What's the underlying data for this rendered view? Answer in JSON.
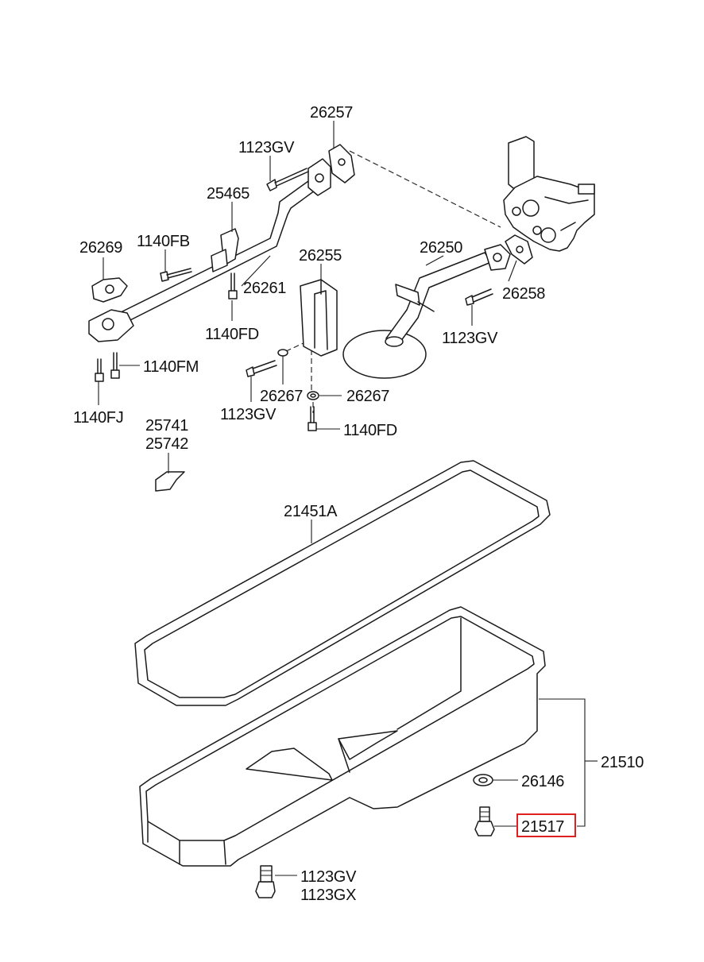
{
  "parts": {
    "p26257": "26257",
    "p1123GV_a": "1123GV",
    "p25465": "25465",
    "p26269": "26269",
    "p1140FB": "1140FB",
    "p26261": "26261",
    "p26255": "26255",
    "p26250": "26250",
    "p26258": "26258",
    "p1140FD_a": "1140FD",
    "p1123GV_b": "1123GV",
    "p1140FM": "1140FM",
    "p1140FJ": "1140FJ",
    "p26267_a": "26267",
    "p26267_b": "26267",
    "p1123GV_c": "1123GV",
    "p1140FD_b": "1140FD",
    "p25741": "25741",
    "p25742": "25742",
    "p21451A": "21451A",
    "p21510": "21510",
    "p26146": "26146",
    "p21517": "21517",
    "p1123GV_d": "1123GV",
    "p1123GX": "1123GX"
  },
  "highlighted_part": "21517",
  "colors": {
    "line": "#1a1a1a",
    "highlight": "#e02020",
    "background": "#ffffff"
  }
}
